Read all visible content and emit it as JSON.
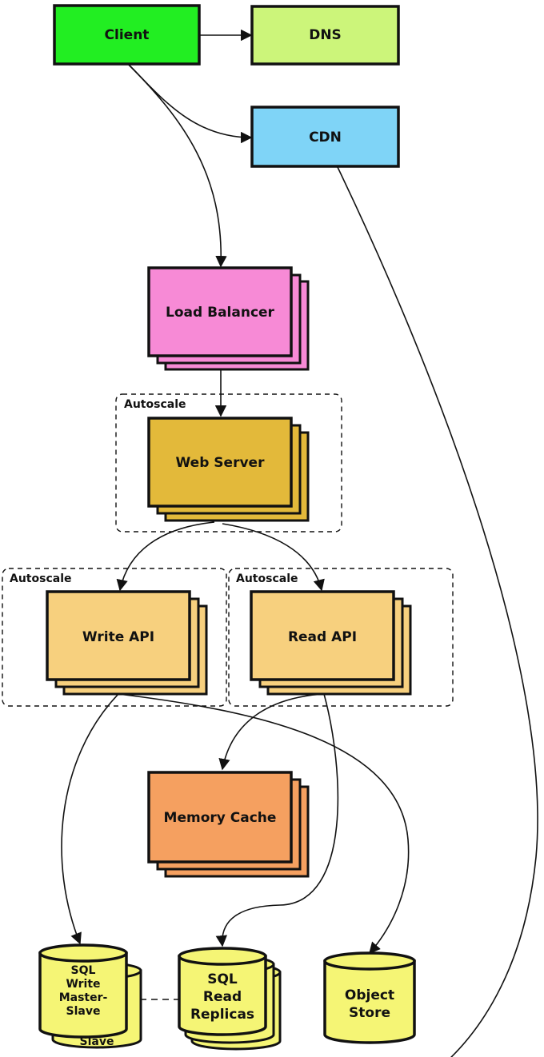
{
  "nodes": {
    "client": {
      "label": "Client",
      "color": "#22ee22"
    },
    "dns": {
      "label": "DNS",
      "color": "#ccf57a"
    },
    "cdn": {
      "label": "CDN",
      "color": "#7fd4f7"
    },
    "load_balancer": {
      "label": "Load Balancer",
      "color": "#f78ad6"
    },
    "web_server": {
      "label": "Web Server",
      "color": "#e3b93a"
    },
    "write_api": {
      "label": "Write API",
      "color": "#f7d07e"
    },
    "read_api": {
      "label": "Read API",
      "color": "#f7d07e"
    },
    "memory_cache": {
      "label": "Memory Cache",
      "color": "#f5a060"
    },
    "sql_write": {
      "lines": [
        "SQL",
        "Write",
        "Master-",
        "Slave"
      ],
      "back_label": "Slave",
      "color": "#f5f575"
    },
    "sql_read": {
      "lines": [
        "SQL",
        "Read",
        "Replicas"
      ],
      "color": "#f5f575"
    },
    "object_store": {
      "lines": [
        "Object",
        "Store"
      ],
      "color": "#f5f575"
    }
  },
  "groups": {
    "web": {
      "label": "Autoscale"
    },
    "write": {
      "label": "Autoscale"
    },
    "read": {
      "label": "Autoscale"
    }
  }
}
